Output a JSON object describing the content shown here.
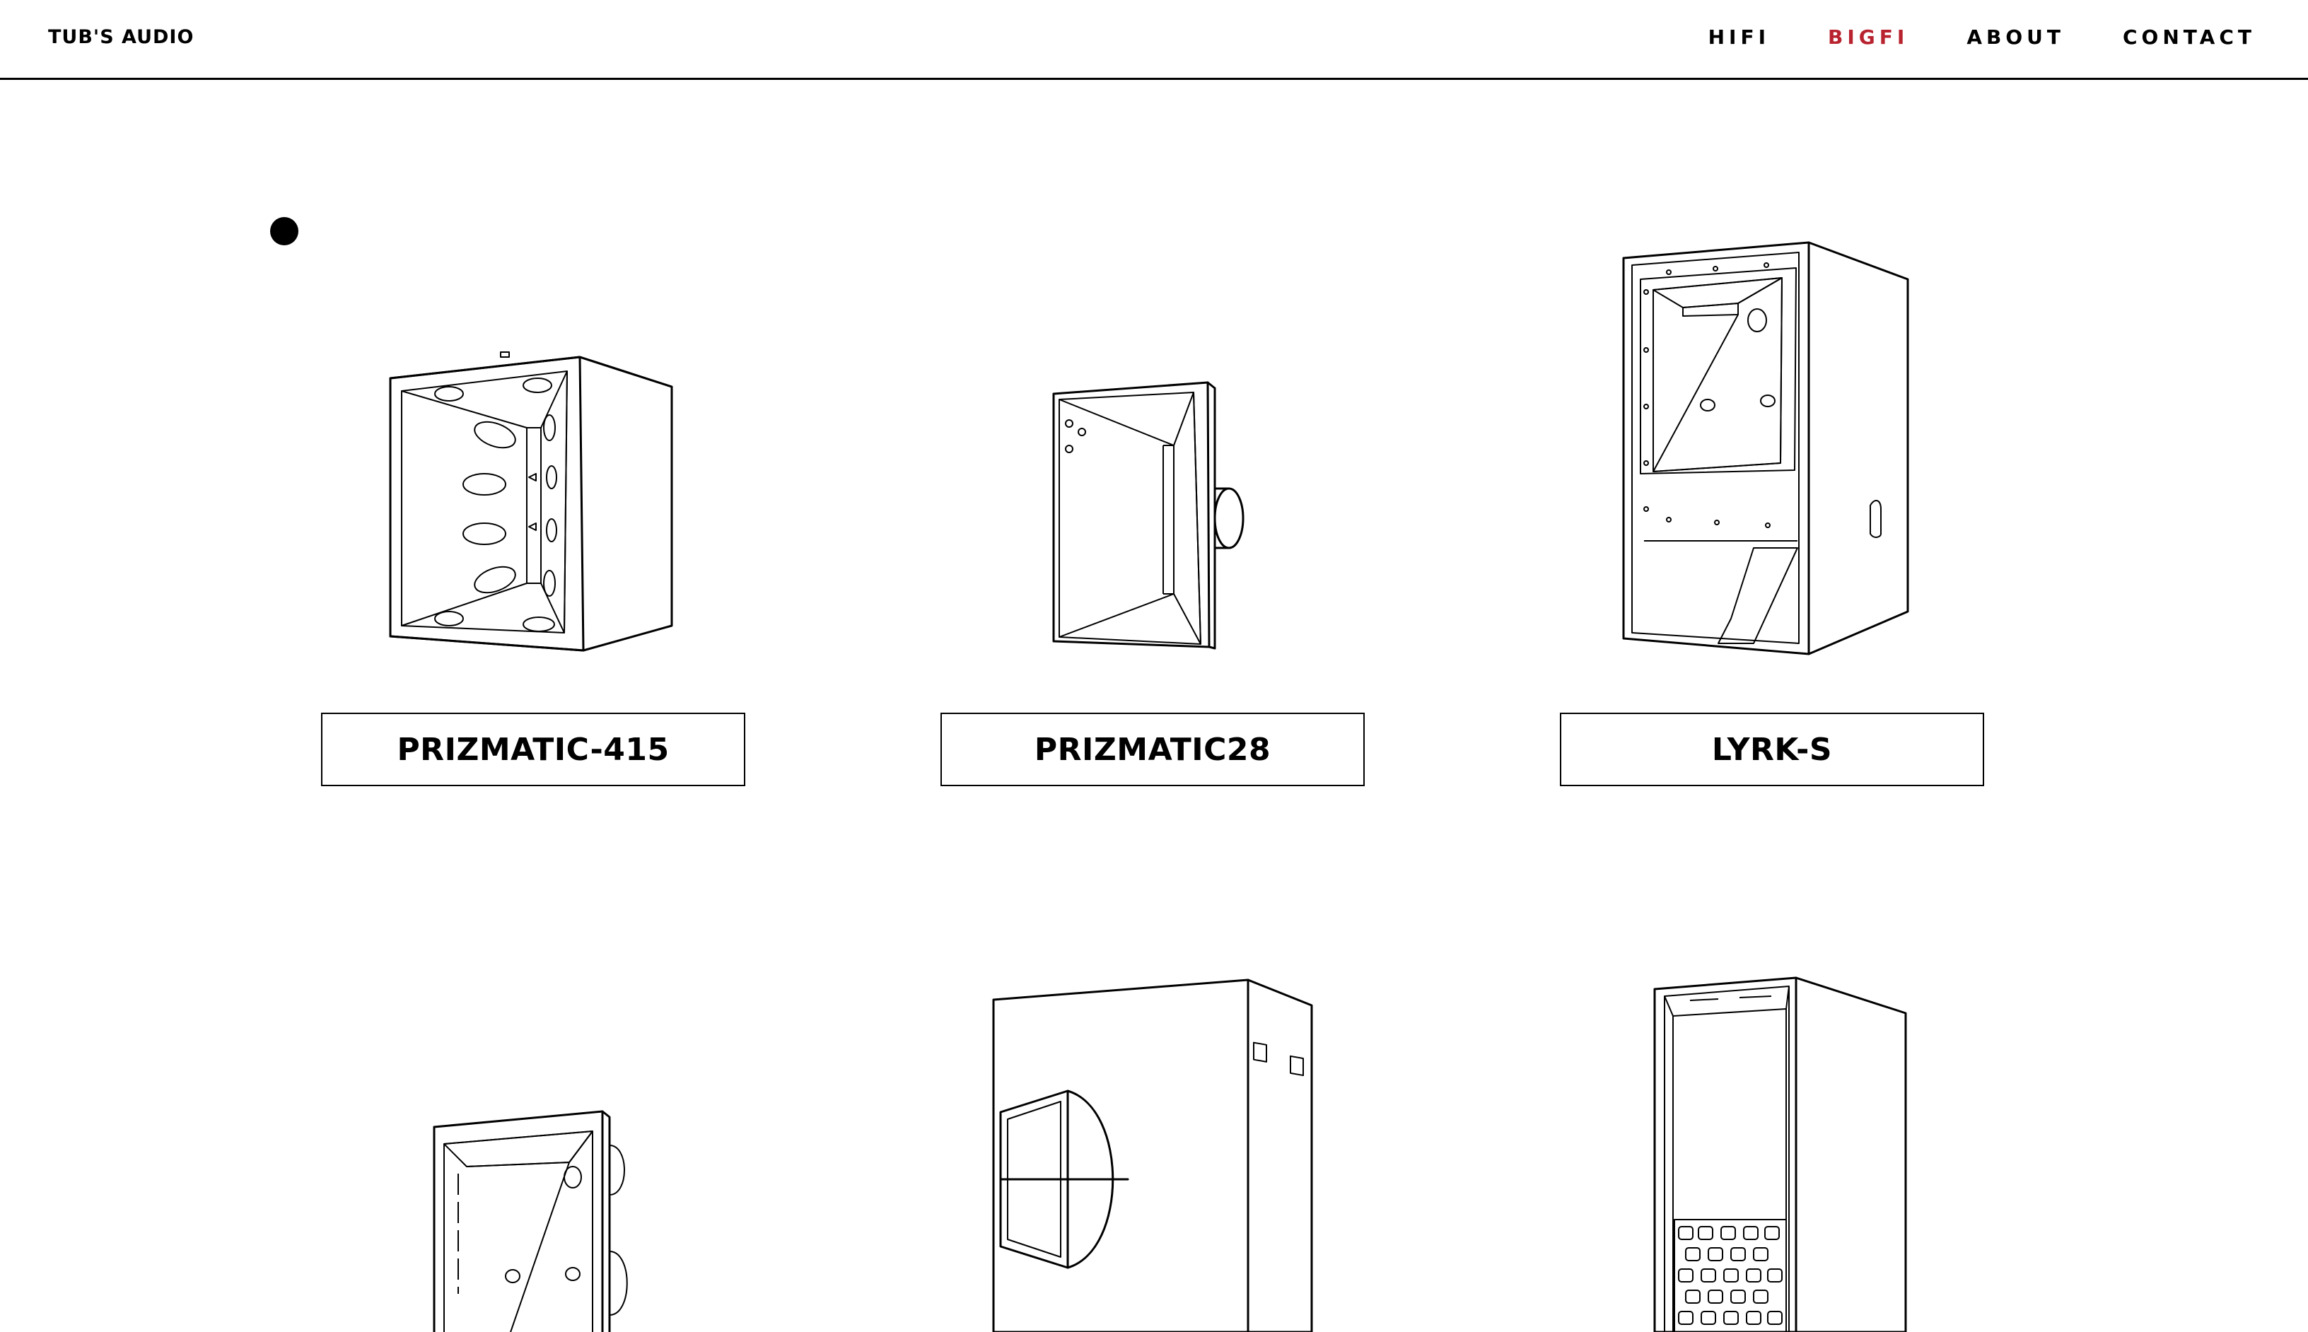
{
  "header": {
    "brand": "TUB'S AUDIO",
    "nav": [
      {
        "label": "HIFI",
        "active": false
      },
      {
        "label": "BIGFI",
        "active": true
      },
      {
        "label": "ABOUT",
        "active": false
      },
      {
        "label": "CONTACT",
        "active": false
      }
    ]
  },
  "colors": {
    "accent": "#b8232f",
    "text": "#000000",
    "background": "#ffffff"
  },
  "products": [
    {
      "name": "PRIZMATIC-415"
    },
    {
      "name": "PRIZMATIC28"
    },
    {
      "name": "LYRK-S"
    }
  ]
}
